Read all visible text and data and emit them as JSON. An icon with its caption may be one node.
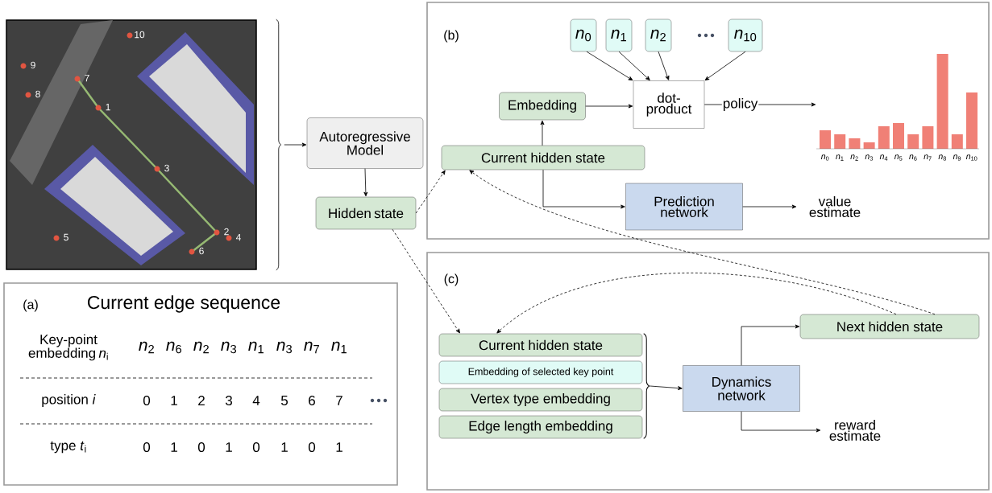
{
  "diagram": {
    "nodes": [
      {
        "text": [],
        "shape": "picture"
      },
      {
        "text": [
          "Autoregressive Model"
        ]
      },
      {
        "text": [
          "Hidden state"
        ]
      },
      {
        "text": [
          "(b)"
        ]
      },
      {
        "text": [
          "*n*$_{0}$"
        ],
        "in": 3
      },
      {
        "text": [
          "*n*$_{1}$"
        ],
        "in": 3
      },
      {
        "text": [
          "*n*$_{2}$"
        ],
        "in": 3
      },
      {
        "text": [
          "*n*$_{10}$"
        ],
        "in": 3
      },
      {
        "text": [
          "Embedding"
        ],
        "in": 3
      },
      {
        "text": [
          "dot-product"
        ],
        "in": 3
      },
      {
        "text": [
          "Current hidden state"
        ],
        "in": 3
      },
      {
        "text": [
          "Prediction network"
        ],
        "in": 3
      },
      {
        "text": [
          "value estimate"
        ],
        "in": 3
      },
      {
        "text": [],
        "shape": "picture",
        "in": 3,
        "beside": [
          "*n*$_{0}$",
          "*n*$_{1}$",
          "*n*$_{2}$",
          "*n*$_{3}$",
          "*n*$_{4}$",
          "*n*$_{5}$",
          "*n*$_{6}$",
          "*n*$_{7}$",
          "*n*$_{8}$",
          "*n*$_{9}$",
          "*n*$_{10}$"
        ]
      },
      {
        "text": [
          "(c)"
        ]
      },
      {
        "text": [
          "Current hidden state"
        ],
        "in": 14
      },
      {
        "text": [
          "Embedding of selected key point"
        ],
        "in": 14
      },
      {
        "text": [
          "Vertex type embedding"
        ],
        "in": 14
      },
      {
        "text": [
          "Edge length embedding"
        ],
        "in": 14
      },
      {
        "text": [
          "Dynamics network"
        ],
        "in": 14
      },
      {
        "text": [
          "Next hidden state"
        ],
        "in": 14
      },
      {
        "text": [
          "reward estimate"
        ],
        "in": 14
      },
      {
        "text": [
          "(a)",
          "Current edge sequence"
        ]
      }
    ],
    "edges": [
      {
        "from": 0,
        "to": 1,
        "arrow": "to"
      },
      {
        "from": 1,
        "to": 2,
        "arrow": "to"
      },
      {
        "from": 2,
        "to": 10,
        "arrow": "to",
        "style": "dashed"
      },
      {
        "from": 2,
        "to": 15,
        "arrow": "to",
        "style": "dashed"
      },
      {
        "from": 4,
        "to": 9,
        "arrow": "to"
      },
      {
        "from": 5,
        "to": 9,
        "arrow": "to"
      },
      {
        "from": 6,
        "to": 9,
        "arrow": "to"
      },
      {
        "from": 7,
        "to": 9,
        "arrow": "to"
      },
      {
        "from": 8,
        "to": 9,
        "arrow": "to"
      },
      {
        "from": 10,
        "to": 8,
        "arrow": "to"
      },
      {
        "from": 10,
        "to": 11,
        "arrow": "to"
      },
      {
        "from": 11,
        "to": 12,
        "arrow": "to"
      },
      {
        "from": 9,
        "to": 13,
        "arrow": "to",
        "label": "policy"
      },
      {
        "from": 20,
        "to": 10,
        "arrow": "to",
        "style": "dashed"
      },
      {
        "from": 20,
        "to": 15,
        "arrow": "to",
        "style": "dashed"
      },
      {
        "from": 15,
        "to": 19,
        "arrow": "to"
      },
      {
        "from": 16,
        "to": 19,
        "arrow": "to"
      },
      {
        "from": 17,
        "to": 19,
        "arrow": "to"
      },
      {
        "from": 18,
        "to": 19,
        "arrow": "to"
      },
      {
        "from": 19,
        "to": 20,
        "arrow": "to"
      },
      {
        "from": 19,
        "to": 21,
        "arrow": "to"
      }
    ],
    "labels": [
      "10",
      "9",
      "7",
      "8",
      "1",
      "3",
      "5",
      "2",
      "4",
      "6",
      "Key-point embedding *n*$_{i}$",
      "*n*$_{2}$",
      "*n*$_{6}$",
      "*n*$_{2}$",
      "*n*$_{3}$",
      "*n*$_{1}$",
      "*n*$_{3}$",
      "*n*$_{7}$",
      "*n*$_{1}$",
      "position *i*",
      "0",
      "1",
      "2",
      "3",
      "4",
      "5",
      "6",
      "7",
      "type *t*$_{i}$",
      "0",
      "1",
      "0",
      "1",
      "0",
      "1",
      "0",
      "1"
    ]
  }
}
